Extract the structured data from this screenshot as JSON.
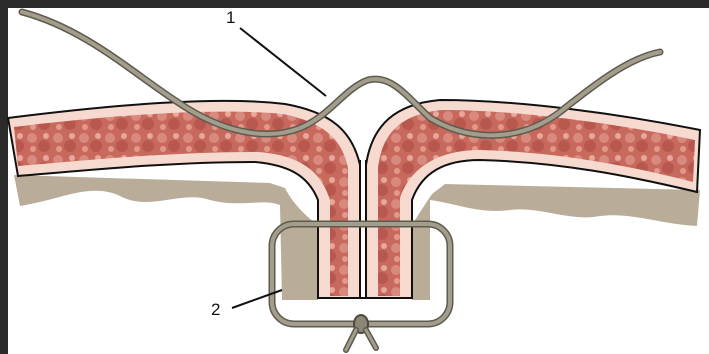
{
  "figure": {
    "labels": [
      {
        "id": "1",
        "text": "1",
        "refers_to": "suture-thread"
      },
      {
        "id": "2",
        "text": "2",
        "refers_to": "loop-knot"
      }
    ]
  },
  "colors": {
    "background_frame": "#2b2b2b",
    "tissue_fill": "#c8695e",
    "tissue_highlight": "#e8a79b",
    "tissue_border": "#f6d9cf",
    "subcutaneous": "#b9ad99",
    "suture": "#8c8676",
    "outline": "#111111"
  }
}
